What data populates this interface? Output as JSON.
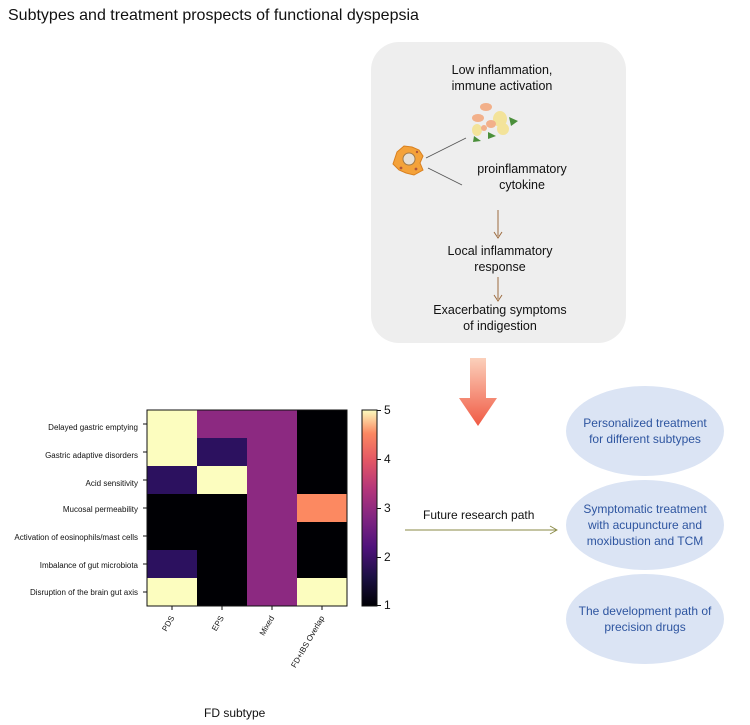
{
  "title": "Subtypes and treatment prospects of functional dyspepsia",
  "panel": {
    "low_inflammation": "Low inflammation,\nimmune activation",
    "cytokine": "proinflammatory\ncytokine",
    "local_response": "Local inflammatory\nresponse",
    "exacerbating": "Exacerbating symptoms\nof indigestion"
  },
  "future_label": "Future research path",
  "treatments": [
    "Personalized treatment for different subtypes",
    "Symptomatic treatment with acupuncture and moxibustion and TCM",
    "The development path of precision drugs"
  ],
  "colors": {
    "arrow_top": "#f9c0a6",
    "arrow_bottom": "#f26a52",
    "connector": "#8a8a46",
    "ellipse_fill": "#dbe4f4",
    "ellipse_text": "#2e55a0"
  },
  "chart_data": {
    "type": "heatmap",
    "xlabel": "FD subtype",
    "columns": [
      "PDS",
      "EPS",
      "Mixed",
      "FD+IBS Overlap"
    ],
    "rows": [
      "Delayed gastric emptying",
      "Gastric adaptive disorders",
      "Acid sensitivity",
      "Mucosal permeability",
      "Activation of eosinophils/mast cells",
      "Imbalance of gut microbiota",
      "Disruption of the brain gut axis"
    ],
    "values": [
      [
        5,
        3,
        3,
        1
      ],
      [
        5,
        2,
        3,
        1
      ],
      [
        2,
        5,
        3,
        1
      ],
      [
        1,
        1,
        3,
        4
      ],
      [
        1,
        1,
        3,
        1
      ],
      [
        2,
        1,
        3,
        1
      ],
      [
        5,
        1,
        3,
        5
      ]
    ],
    "colorbar": {
      "range": [
        1,
        5
      ],
      "ticks": [
        "5",
        "4",
        "3",
        "2",
        "1"
      ],
      "colormap": "magma"
    }
  }
}
